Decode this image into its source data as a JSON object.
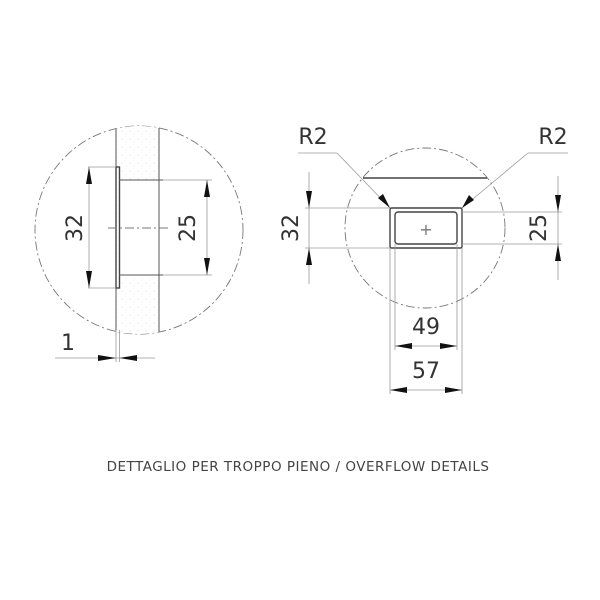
{
  "caption": "DETTAGLIO PER TROPPO PIENO / OVERFLOW DETAILS",
  "left_detail": {
    "flange_height": "32",
    "tube_height": "25",
    "flange_thickness": "1"
  },
  "right_detail": {
    "radius_left": "R2",
    "radius_right": "R2",
    "outer_height": "32",
    "inner_height": "25",
    "inner_width": "49",
    "outer_width": "57",
    "center_mark": "+"
  },
  "colors": {
    "line": "#444444",
    "dim_line": "#9a9a9a",
    "background": "#ffffff"
  }
}
